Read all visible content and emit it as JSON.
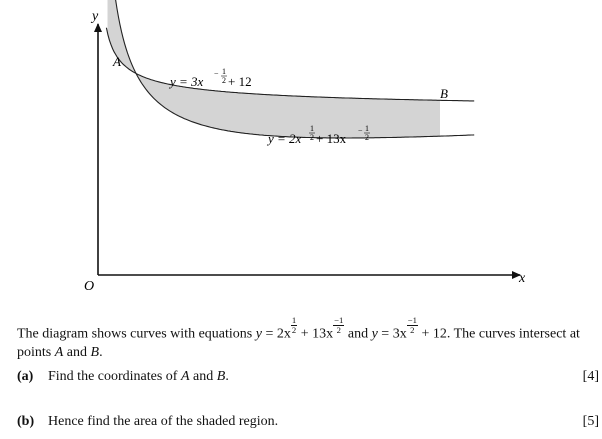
{
  "diagram": {
    "y_axis_label": "y",
    "x_axis_label": "x",
    "origin_label": "O",
    "point_a_label": "A",
    "point_b_label": "B",
    "upper_curve_label": {
      "prefix": "y = 3x",
      "exp_sign": "−",
      "exp_num": "1",
      "exp_den": "2",
      "suffix": " + 12"
    },
    "lower_curve_label": {
      "prefix": "y = 2x",
      "exp1_num": "1",
      "exp1_den": "2",
      "middle": " + 13x",
      "exp2_sign": "−",
      "exp2_num": "1",
      "exp2_den": "2"
    },
    "shade_color": "#d4d4d4"
  },
  "question": {
    "intro_start": "The diagram shows curves with equations ",
    "eq1_prefix": "y",
    "eq1_mid": " = 2x",
    "eq1_plus": " + 13x",
    "and_text": " and ",
    "eq2_prefix": "y",
    "eq2_mid": " = 3x",
    "eq2_end": " + 12. The curves intersect at points ",
    "point_a": "A",
    "and_text2": " and ",
    "point_b": "B",
    "period": ".",
    "half_num": "1",
    "half_den": "2",
    "minus": "−"
  },
  "parts": {
    "a": {
      "label": "(a)",
      "text_start": "Find the coordinates of ",
      "point_a": "A",
      "text_and": " and ",
      "point_b": "B",
      "text_end": ".",
      "marks": "[4]"
    },
    "b": {
      "label": "(b)",
      "text": "Hence find the area of the shaded region.",
      "marks": "[5]"
    }
  }
}
